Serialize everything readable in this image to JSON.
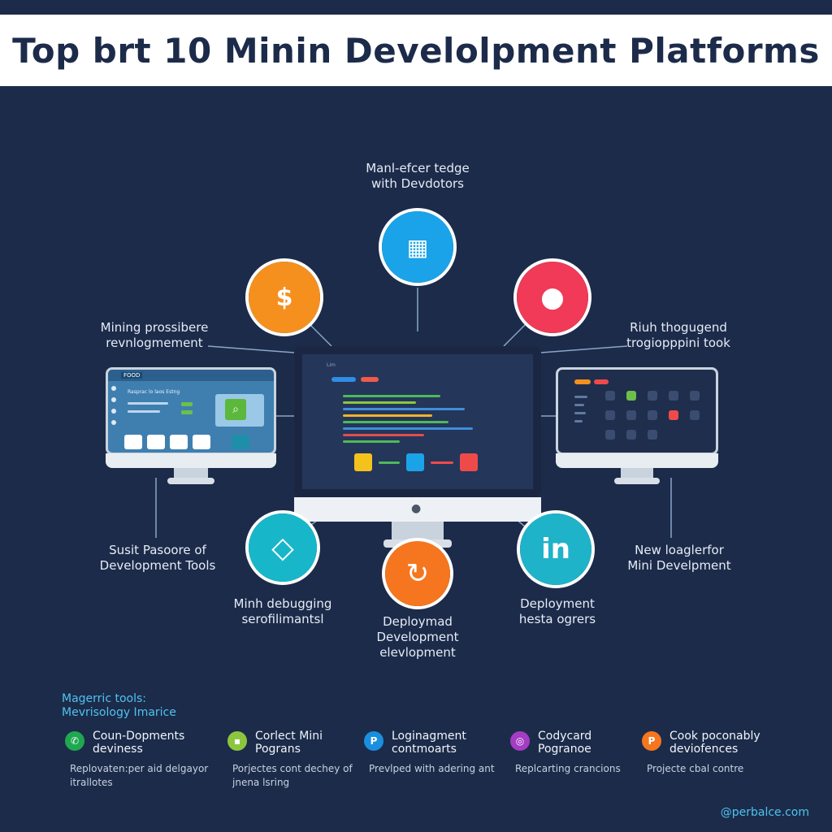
{
  "header": {
    "title": "Top brt 10 Minin Develolpment Platforms"
  },
  "captions": {
    "top": [
      "Manl-efcer tedge",
      "with Devdotors"
    ],
    "left_upper": [
      "Mining prossibere",
      "revnlogmement"
    ],
    "right_upper": [
      "Riuh thogugend",
      "trogiopppini took"
    ],
    "left_lower": [
      "Susit Pasoore of",
      "Development Tools"
    ],
    "right_lower": [
      "New loaglerfor",
      "Mini Develpment"
    ],
    "bottom_left": [
      "Minh debugging",
      "serofilimantsl"
    ],
    "bottom_center": [
      "Deploymad",
      "Development",
      "elevlopment"
    ],
    "bottom_right": [
      "Deployment",
      "hesta ogrers"
    ]
  },
  "icons": {
    "top": {
      "name": "grid-app-icon",
      "color": "#1aa3e8",
      "glyph": "▦"
    },
    "upper_left": {
      "name": "dollar-document-icon",
      "color": "#f5901e",
      "glyph": "$"
    },
    "upper_right": {
      "name": "apple-icon",
      "color": "#f03a57",
      "glyph": "●"
    },
    "lower_left": {
      "name": "network-polygon-icon",
      "color": "#17b7c9",
      "glyph": "◇"
    },
    "lower_center": {
      "name": "refresh-cycle-icon",
      "color": "#f5761e",
      "glyph": "↻"
    },
    "lower_right": {
      "name": "linkedin-icon",
      "color": "#1fb3c9",
      "glyph": "in"
    }
  },
  "left_screen": {
    "badge": "FOOD",
    "heading": "Rasprac lo laos Estng"
  },
  "center_screen": {
    "tab": "Lim"
  },
  "features": {
    "heading": [
      "Magerric tools:",
      "Mevrisology Imarice"
    ],
    "items": [
      {
        "title": [
          "Coun-Dopments",
          "deviness"
        ],
        "desc": [
          "Replovaten:per aid delgayor",
          "itrallotes"
        ],
        "color": "#1fa84f",
        "glyph": "✆"
      },
      {
        "title": [
          "Corlect Mini",
          "Pograns"
        ],
        "desc": [
          "Porjectes cont dechey of",
          "jnena lsring"
        ],
        "color": "#8cc63f",
        "glyph": "▪"
      },
      {
        "title": [
          "Loginagment",
          "contmoarts"
        ],
        "desc": [
          "Prevlped with adering ant"
        ],
        "color": "#1a8fe0",
        "glyph": "P"
      },
      {
        "title": [
          "Codycard",
          "Pogranoe"
        ],
        "desc": [
          "Replcarting crancions"
        ],
        "color": "#a43cc4",
        "glyph": "◎"
      },
      {
        "title": [
          "Cook poconably",
          "deviofences"
        ],
        "desc": [
          "Projecte cbal contre"
        ],
        "color": "#f5761e",
        "glyph": "P"
      }
    ]
  },
  "footer": {
    "link": "@perbalce.com"
  }
}
